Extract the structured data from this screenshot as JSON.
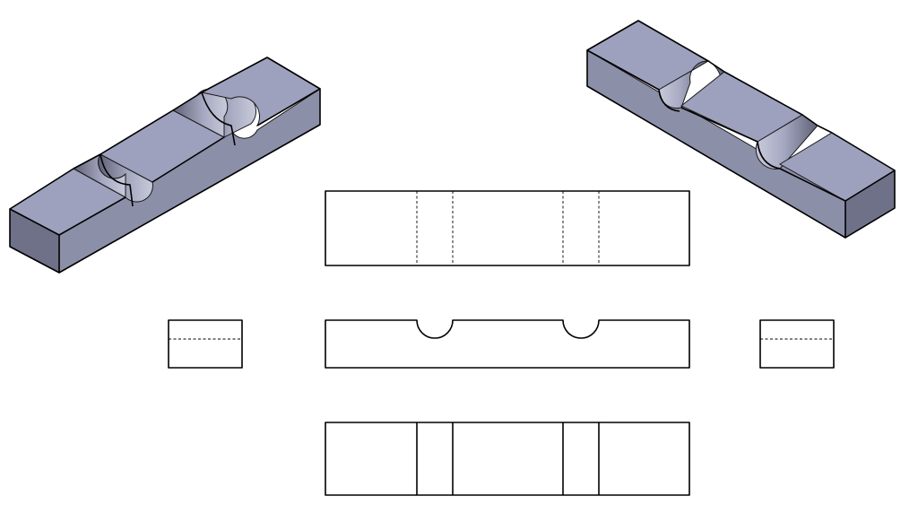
{
  "drawing": {
    "colors": {
      "face_top": "#9ea1bd",
      "face_side": "#8c8fa8",
      "face_end": "#6e7188",
      "groove_light": "#c3c5d6",
      "groove_dark": "#5f6276",
      "outline": "#000000",
      "background": "#ffffff"
    },
    "part": {
      "type": "rectangular bar with two semicircular grooves"
    },
    "views": [
      {
        "id": "isometric-left",
        "kind": "isometric"
      },
      {
        "id": "isometric-right",
        "kind": "isometric"
      },
      {
        "id": "top-view",
        "kind": "orthographic",
        "hidden_lines": true
      },
      {
        "id": "front-view",
        "kind": "orthographic",
        "hidden_lines": false
      },
      {
        "id": "left-side-view",
        "kind": "orthographic",
        "hidden_lines": true
      },
      {
        "id": "right-side-view",
        "kind": "orthographic",
        "hidden_lines": true
      },
      {
        "id": "bottom-view",
        "kind": "orthographic",
        "hidden_lines": false
      }
    ]
  }
}
